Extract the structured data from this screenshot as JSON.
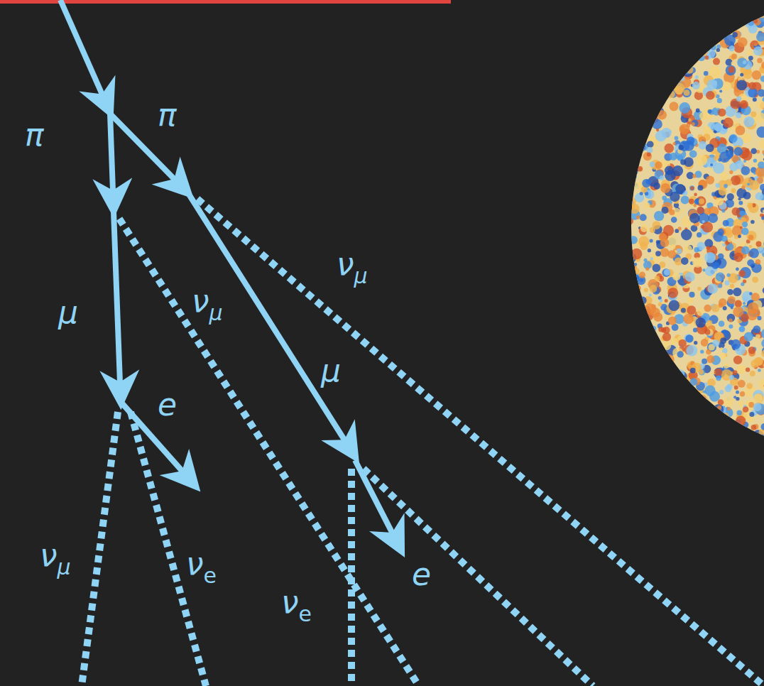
{
  "diagram": {
    "labels": [
      "π",
      "π",
      "νμ",
      "μ",
      "νμ",
      "μ",
      "e",
      "νμ",
      "νe",
      "e",
      "νe"
    ]
  }
}
